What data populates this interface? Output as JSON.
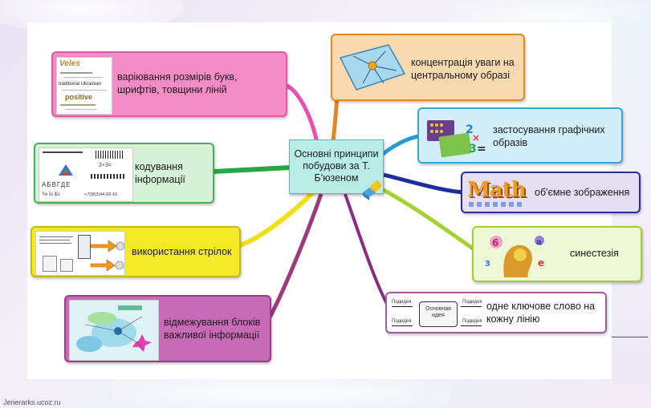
{
  "center_topic": "Основні принципи побудови за Т. Б'юзеном",
  "branches": {
    "left_1": "варіювання розмірів букв, шрифтів, товщини ліній",
    "left_2": "кодування інформації",
    "left_3": "використання стрілок",
    "left_4": "відмежування блоків важливої інформації",
    "right_1": "концентрація уваги на центральному образі",
    "right_2": "застосування графічних образів",
    "right_3": "об'ємне зображення",
    "right_4": "синестезія",
    "right_5": "одне ключове слово на кожну лінію"
  },
  "thumbnail_text": {
    "font_sample_1": "Veles",
    "font_sample_2": "traditional Ukrainian",
    "font_sample_3": "positive",
    "coding_letters": "АБВГДЕ",
    "coding_small": "Ϋe  Ϊo  Ϫo",
    "coding_phone": "+7(952)44-92-16",
    "coding_formula": "2+3=",
    "math_word": "Math",
    "keyword_center": "Основная идея",
    "keyword_side_a": "Подидея",
    "keyword_side_b": "Подидея",
    "keyword_side_c": "Подидея",
    "keyword_side_d": "Подидея"
  },
  "footer_text": "Jenerarks.ucoz.ru",
  "colors": {
    "magenta": "#f07cc0",
    "green": "#2aa84a",
    "yellow": "#f5e020",
    "purple": "#a0357f",
    "orange": "#e08a2a",
    "blue": "#2d9bd4",
    "navy": "#1a2fa0",
    "lime": "#9ed030",
    "violet": "#8a2c86"
  }
}
